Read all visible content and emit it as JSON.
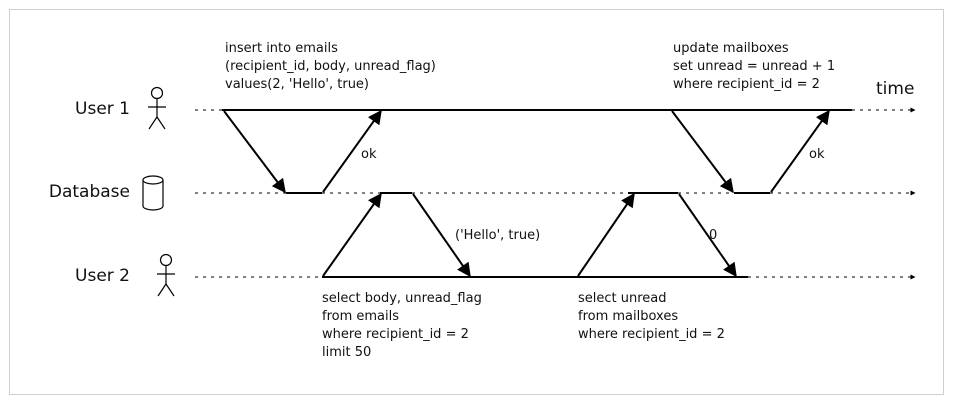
{
  "actors": {
    "user1": "User 1",
    "database": "Database",
    "user2": "User 2"
  },
  "time_label": "time",
  "notes": {
    "insert": [
      "insert into emails",
      "(recipient_id, body, unread_flag)",
      "values(2, 'Hello', true)"
    ],
    "update": [
      "update mailboxes",
      "set unread = unread + 1",
      "where recipient_id = 2"
    ],
    "select_body": [
      "select body, unread_flag",
      "from emails",
      "where recipient_id = 2",
      "limit 50"
    ],
    "select_unread": [
      "select unread",
      "from mailboxes",
      "where recipient_id = 2"
    ]
  },
  "responses": {
    "ok1": "ok",
    "ok2": "ok",
    "hello_true": "('Hello', true)",
    "zero": "0"
  },
  "icons": {
    "user1": "stick-figure-icon",
    "database": "database-cylinder-icon",
    "user2": "stick-figure-icon"
  },
  "colors": {
    "line": "#000000",
    "timeline": "#000000"
  }
}
